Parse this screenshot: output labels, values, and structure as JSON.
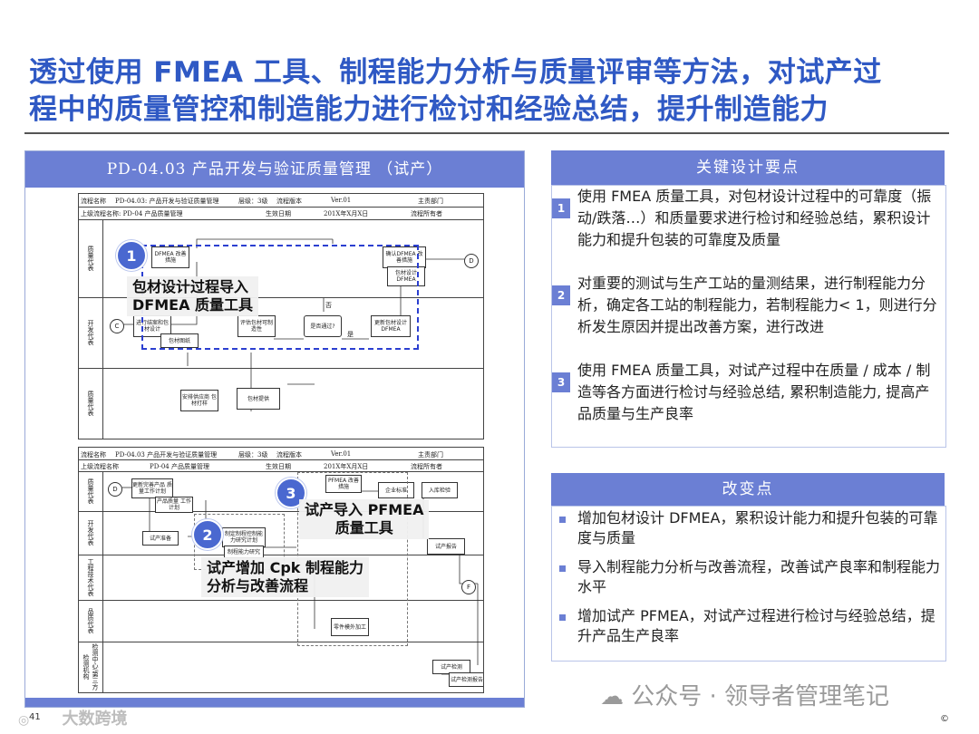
{
  "title_line1": "透过使用 FMEA 工具、制程能力分析与质量评审等方法，对试产过",
  "title_line2": "程中的质量管控和制造能力进行检讨和经验总结，提升制造能力",
  "left_panel": {
    "header": "PD-04.03 产品开发与验证质量管理 （试产）",
    "flow1": {
      "hdr": [
        "流程名称",
        "PD-04.03: 产品开发与验证质量管理",
        "层级：3级",
        "流程版本",
        "Ver.01",
        "主责部门",
        "上级流程名称: PD-04 产品质量管理",
        "生效日期",
        "201X年X月X日",
        "流程所有者"
      ],
      "lanes": [
        "质量代表",
        "开发代表",
        "质量代表"
      ],
      "boxes": [
        "DFMEA 改善措施",
        "确认DFMEA 改善措施",
        "包材设计 DFMEA",
        "进行结案和包材设计",
        "包材图纸",
        "评估包材可制 造性",
        "是否通过?",
        "更新包材设计 DFMEA",
        "安排供应商 包材打样",
        "包材提供"
      ],
      "marks": [
        "C",
        "D",
        "否",
        "是"
      ]
    },
    "flow2": {
      "hdr": [
        "流程名称",
        "PD-04.03 产品开发与验证质量管理",
        "层级：3级",
        "流程版本",
        "Ver.01",
        "主责部门",
        "上级流程名称",
        "PD-04 产品质量管理",
        "生效日期",
        "201X年X月X日",
        "流程所有者"
      ],
      "lanes": [
        "质量代表",
        "开发代表",
        "工程技术代表",
        "品质代表",
        "检测中心/第三方检测机构"
      ],
      "boxes": [
        "更新完善产品 质量工作计划",
        "产品质量 工作计划",
        "试产准备",
        "制定制程控制能力研究计划",
        "制程能力研究",
        "PFMEA 改善措施",
        "企业标准",
        "入库检验",
        "试产报告",
        "试产检测",
        "试产检测报告",
        "零件模外加工"
      ],
      "marks": [
        "D",
        "F"
      ]
    },
    "badges": [
      "1",
      "2",
      "3"
    ],
    "callouts": [
      "包材设计过程导入\nDFMEA 质量工具",
      "试产增加 Cpk 制程能力\n分析与改善流程",
      "试产导入 PFMEA\n质量工具"
    ]
  },
  "key_points": {
    "header": "关键设计要点",
    "items": [
      {
        "num": "1",
        "text": "使用 FMEA 质量工具，对包材设计过程中的可靠度（振动/跌落…）和质量要求进行检讨和经验总结，累积设计能力和提升包装的可靠度及质量"
      },
      {
        "num": "2",
        "text": "对重要的测试与生产工站的量测结果，进行制程能力分析，确定各工站的制程能力，若制程能力< 1，则进行分析发生原因并提出改善方案，进行改进"
      },
      {
        "num": "3",
        "text": "使用 FMEA 质量工具，对试产过程中在质量 / 成本 / 制造等各方面进行检讨与经验总结, 累积制造能力, 提高产品质量与生产良率"
      }
    ]
  },
  "changes": {
    "header": "改变点",
    "items": [
      "增加包材设计 DFMEA，累积设计能力和提升包装的可靠度与质量",
      "导入制程能力分析与改善流程，改善试产良率和制程能力水平",
      "增加试产 PFMEA，对试产过程进行检讨与经验总结，提升产品生产良率"
    ]
  },
  "watermark": "公众号 · 领导者管理笔记",
  "bottom_logo": "大数跨境",
  "page_number": "41",
  "copyright": "©",
  "colors": {
    "title": "#2f59c4",
    "accent": "#6b7fd4",
    "dash": "#2b3fd0"
  }
}
